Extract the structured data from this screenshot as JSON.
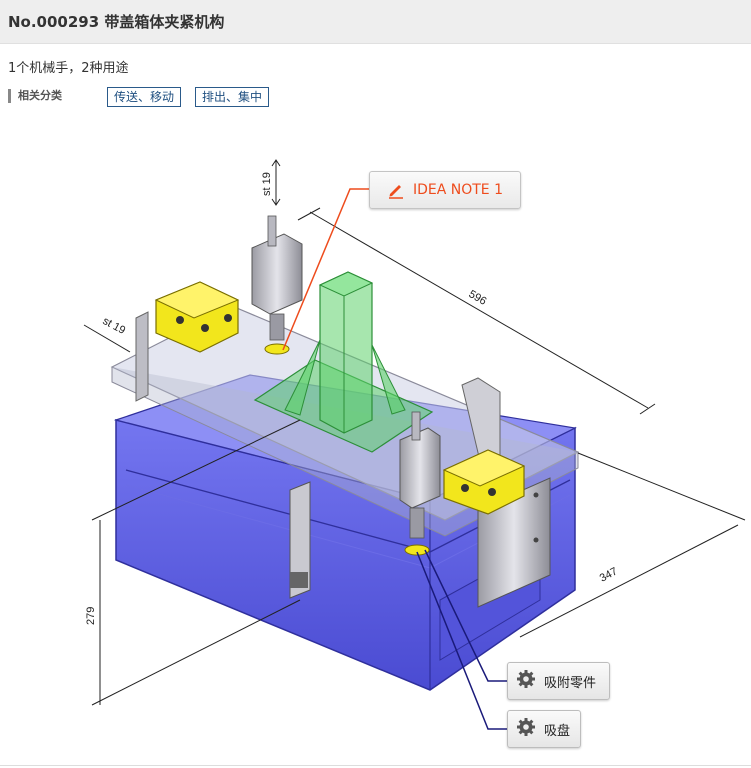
{
  "header": {
    "title": "No.000293 带盖箱体夹紧机构"
  },
  "description": "1个机械手，2种用途",
  "categories": {
    "label": "相关分类",
    "tags": [
      "传送、移动",
      "排出、集中"
    ]
  },
  "figure": {
    "dimensions": {
      "stroke_top": "st 19",
      "stroke_left": "st 19",
      "length": "596",
      "width": "347",
      "height": "279"
    },
    "idea_note": {
      "label": "IDEA NOTE 1",
      "icon": "pencil-icon"
    },
    "parts": [
      {
        "label": "吸附零件",
        "icon": "gear-icon"
      },
      {
        "label": "吸盘",
        "icon": "gear-icon"
      }
    ]
  },
  "colors": {
    "accent": "#ee4c1d",
    "tag_border": "#2a5a8a",
    "box_body": "#5b5ce0",
    "plate_green": "#5ed26b",
    "gripper_yellow": "#f2e61c",
    "leader_navy": "#1a1a7a"
  }
}
